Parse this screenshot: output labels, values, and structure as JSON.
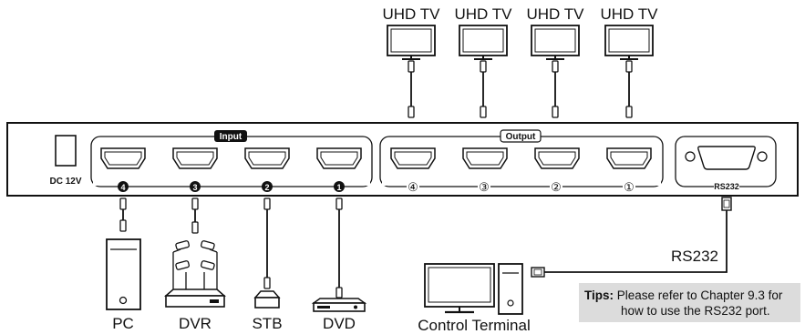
{
  "displays": {
    "tv_labels": [
      "UHD TV",
      "UHD TV",
      "UHD TV",
      "UHD TV"
    ]
  },
  "device": {
    "power_label": "DC 12V",
    "input_group_label": "Input",
    "output_group_label": "Output",
    "input_port_numbers": [
      "4",
      "3",
      "2",
      "1"
    ],
    "output_port_numbers": [
      "④",
      "③",
      "②",
      "①"
    ],
    "rs232_port_label": "RS232"
  },
  "sources": {
    "labels": [
      "PC",
      "DVR",
      "STB",
      "DVD"
    ]
  },
  "control": {
    "terminal_label": "Control Terminal",
    "link_label": "RS232"
  },
  "tips": {
    "heading": "Tips:",
    "line1": "Please refer to Chapter 9.3 for",
    "line2": "how to use the RS232 port."
  }
}
